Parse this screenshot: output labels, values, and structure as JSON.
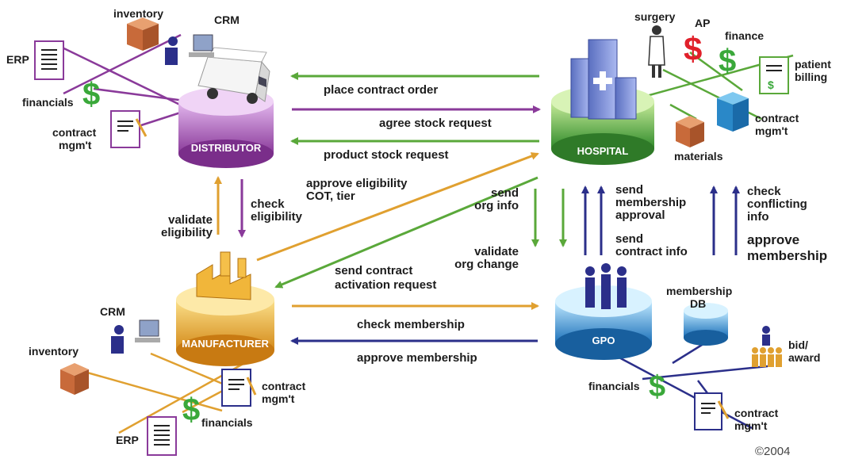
{
  "colors": {
    "distributor": "#8a3a9a",
    "manufacturer": "#e0a030",
    "hospital": "#5aa83a",
    "gpo": "#2b2f8a"
  },
  "hubs": {
    "distributor": "DISTRIBUTOR",
    "hospital": "HOSPITAL",
    "manufacturer": "MANUFACTURER",
    "gpo": "GPO"
  },
  "distributor_systems": {
    "inventory": "inventory",
    "crm": "CRM",
    "erp": "ERP",
    "financials": "financials",
    "contract_1": "contract",
    "contract_2": "mgm't"
  },
  "hospital_systems": {
    "surgery": "surgery",
    "ap": "AP",
    "finance": "finance",
    "patient_1": "patient",
    "patient_2": "billing",
    "contract_1": "contract",
    "contract_2": "mgm't",
    "materials": "materials"
  },
  "manufacturer_systems": {
    "crm": "CRM",
    "inventory": "inventory",
    "contract_1": "contract",
    "contract_2": "mgm't",
    "financials": "financials",
    "erp": "ERP"
  },
  "gpo_systems": {
    "membership_1": "membership",
    "membership_2": "DB",
    "bid_1": "bid/",
    "bid_2": "award",
    "financials": "financials",
    "contract_1": "contract",
    "contract_2": "mgm't"
  },
  "flows": {
    "place_contract_order": "place contract order",
    "agree_stock_request": "agree stock request",
    "product_stock_request": "product stock request",
    "approve_eligibility_1": "approve eligibility",
    "approve_eligibility_2": "COT, tier",
    "check_eligibility_1": "check",
    "check_eligibility_2": "eligibility",
    "validate_eligibility_1": "validate",
    "validate_eligibility_2": "eligibility",
    "send_org_info_1": "send",
    "send_org_info_2": "org info",
    "validate_org_change_1": "validate",
    "validate_org_change_2": "org change",
    "send_membership_approval_1": "send",
    "send_membership_approval_2": "membership",
    "send_membership_approval_3": "approval",
    "send_contract_info_1": "send",
    "send_contract_info_2": "contract info",
    "check_conflicting_info_1": "check",
    "check_conflicting_info_2": "conflicting",
    "check_conflicting_info_3": "info",
    "approve_membership_1": "approve",
    "approve_membership_2": "membership",
    "send_contract_activation_1": "send contract",
    "send_contract_activation_2": "activation request",
    "check_membership": "check membership",
    "approve_membership_bottom": "approve membership"
  },
  "copyright": "©2004"
}
